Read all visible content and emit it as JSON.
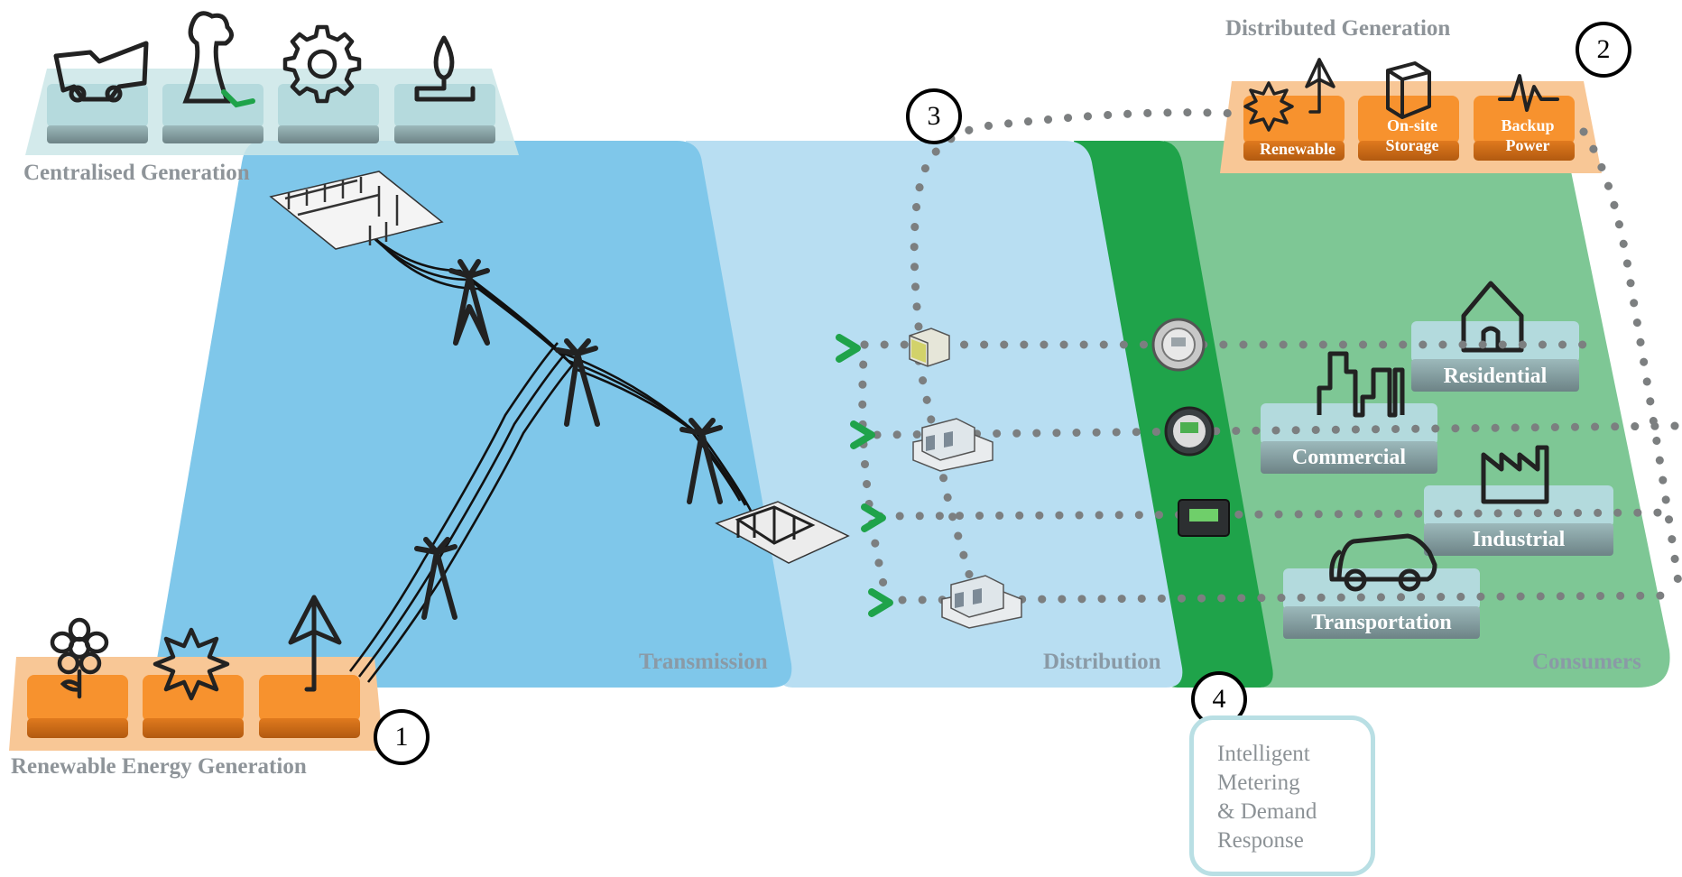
{
  "zones": {
    "transmission": "Transmission",
    "distribution": "Distribution",
    "consumers": "Consumers"
  },
  "groups": {
    "centralised": "Centralised Generation",
    "distributed": "Distributed Generation",
    "renewable": "Renewable Energy Generation"
  },
  "distributed_tiles": [
    {
      "line1": "Renewable",
      "line2": ""
    },
    {
      "line1": "On-site",
      "line2": "Storage"
    },
    {
      "line1": "Backup",
      "line2": "Power"
    }
  ],
  "consumers": {
    "residential": "Residential",
    "commercial": "Commercial",
    "industrial": "Industrial",
    "transportation": "Transportation"
  },
  "markers": [
    "1",
    "2",
    "3",
    "4"
  ],
  "callout4": {
    "line1": "Intelligent",
    "line2": "Metering",
    "line3": "& Demand",
    "line4": "Response"
  },
  "icons": {
    "centralised": [
      "coal-truck-icon",
      "nuclear-cooling-tower-icon",
      "gear-icon",
      "gas-flame-icon"
    ],
    "renewable": [
      "flower-biomass-icon",
      "sun-icon",
      "wind-turbine-icon"
    ],
    "distributed": [
      "sun-wind-icon",
      "storage-cabinet-icon",
      "pulse-icon"
    ],
    "consumers": [
      "house-icon",
      "office-buildings-icon",
      "factory-icon",
      "car-icon"
    ]
  },
  "colors": {
    "transmission": "#7fc7ea",
    "distribution": "#b8def2",
    "metering": "#1fa34a",
    "consumers": "#7ec795",
    "orange_tile": "#f7922e",
    "teal_tile": "#b3dadd",
    "arrow_green": "#1fa34a"
  }
}
